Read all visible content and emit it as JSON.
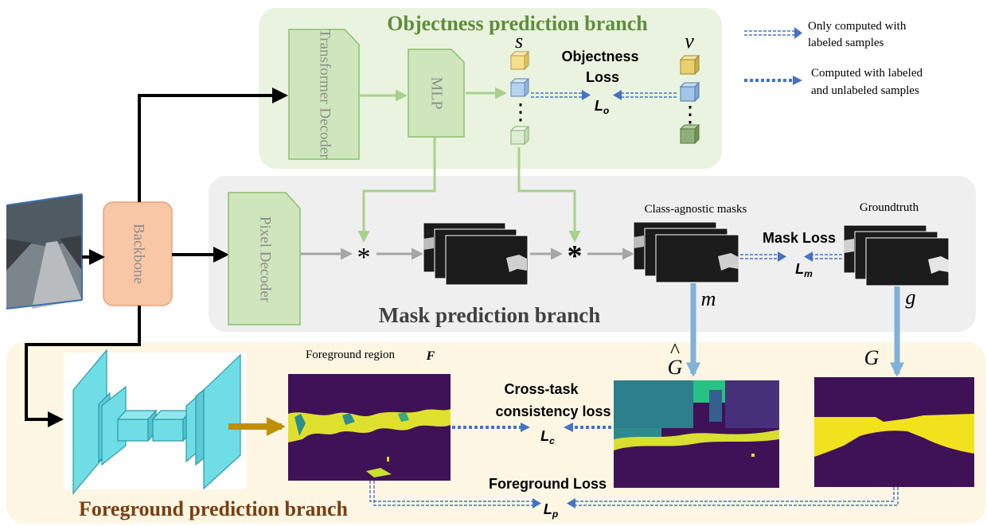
{
  "branches": {
    "objectness": "Objectness prediction branch",
    "mask": "Mask prediction branch",
    "foreground": "Foreground prediction branch"
  },
  "modules": {
    "transformer_decoder": "Transformer Decoder",
    "mlp": "MLP",
    "pixel_decoder": "Pixel Decoder",
    "backbone": "Backbone"
  },
  "symbols": {
    "s": "s",
    "v": "v",
    "m": "m",
    "g": "g",
    "G": "G",
    "G_hat": "G",
    "F": "F",
    "mult": "*",
    "dot": "·",
    "hat": "^"
  },
  "losses": {
    "objectness_line1": "Objectness",
    "objectness_line2": "Loss",
    "Lo": "L",
    "Lo_sub": "o",
    "mask": "Mask Loss",
    "Lm": "L",
    "Lm_sub": "m",
    "consistency_line1": "Cross-task",
    "consistency_line2": "consistency loss",
    "Lc": "L",
    "Lc_sub": "c",
    "foreground": "Foreground Loss",
    "Lp": "L",
    "Lp_sub": "p"
  },
  "labels": {
    "class_agnostic_masks": "Class-agnostic masks",
    "groundtruth": "Groundtruth",
    "foreground_region": "Foreground region"
  },
  "legend": {
    "labeled_line1": "Only computed with",
    "labeled_line2": "labeled samples",
    "both_line1": "Computed with labeled",
    "both_line2": "and unlabeled samples"
  },
  "colors": {
    "objectness_bg": "#e9f3df",
    "mask_bg": "#efefef",
    "foreground_bg": "#fdf6e3",
    "objectness_title": "#5f8d3a",
    "mask_title": "#404040",
    "foreground_title": "#7a3e10",
    "module_green": "#cfe6bd",
    "module_green_stroke": "#8cbf6f",
    "backbone": "#f8c7a6",
    "backbone_stroke": "#e8a07a",
    "cnn_cyan": "#6fdde6",
    "dashed_blue": "#4472c4",
    "thick_blue": "#7fb1d9",
    "mask_dark": "#1b1b1b",
    "viridis_bg": "#3f1157",
    "viridis_yellow": "#f1e21d"
  }
}
